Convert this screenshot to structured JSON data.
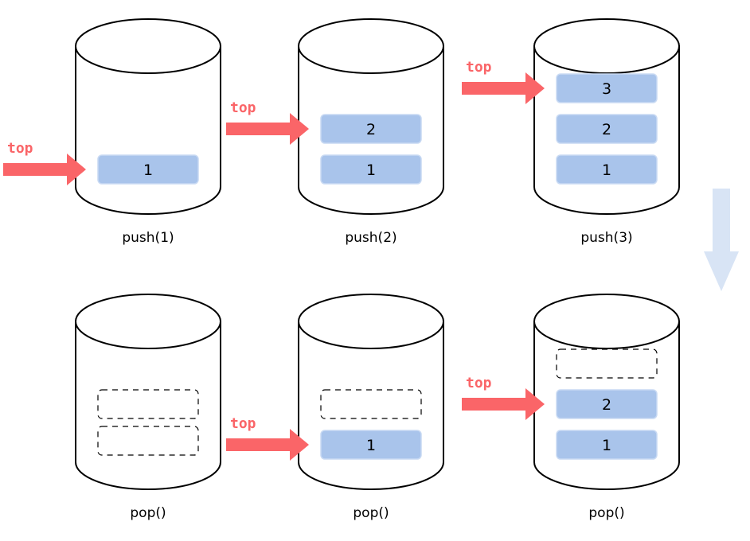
{
  "colors": {
    "item_fill": "#a9c4eb",
    "top_arrow": "#fa6568",
    "flow_arrow": "#d8e4f5"
  },
  "pointer_label": "top",
  "panels": [
    {
      "caption": "push(1)",
      "slots": [
        {
          "label": "1",
          "state": "filled"
        }
      ],
      "top_index": 0
    },
    {
      "caption": "push(2)",
      "slots": [
        {
          "label": "1",
          "state": "filled"
        },
        {
          "label": "2",
          "state": "filled"
        }
      ],
      "top_index": 1
    },
    {
      "caption": "push(3)",
      "slots": [
        {
          "label": "1",
          "state": "filled"
        },
        {
          "label": "2",
          "state": "filled"
        },
        {
          "label": "3",
          "state": "filled"
        }
      ],
      "top_index": 2
    },
    {
      "caption": "pop()",
      "slots": [
        {
          "label": "",
          "state": "filled"
        },
        {
          "label": "",
          "state": "removed"
        }
      ],
      "top_index": 0
    },
    {
      "caption": "pop()",
      "slots": [
        {
          "label": "1",
          "state": "filled"
        },
        {
          "label": "",
          "state": "removed"
        }
      ],
      "top_index": 0
    },
    {
      "caption": "pop()",
      "slots": [
        {
          "label": "1",
          "state": "filled"
        },
        {
          "label": "2",
          "state": "filled"
        },
        {
          "label": "",
          "state": "removed"
        }
      ],
      "top_index": 1
    }
  ]
}
